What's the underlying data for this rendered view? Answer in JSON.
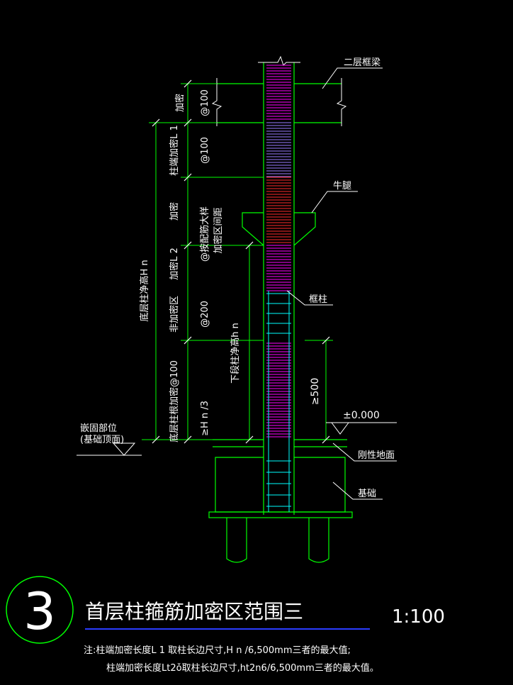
{
  "labels": {
    "second_floor_beam": "二层框梁",
    "corbel": "牛腿",
    "frame_column": "框柱",
    "embedment_location_line1": "嵌固部位",
    "embedment_location_line2": "(基础顶面)",
    "elevation": "±0.000",
    "rigid_ground": "刚性地面",
    "foundation": "基础"
  },
  "dims": {
    "densify_at100": "@100",
    "column_end_densify_l1": "柱端加密L 1",
    "at100_b": "@100",
    "densify_mid": "加密",
    "densify_l2": "加密L 2",
    "corbel_note_line1": "@按配筋大样",
    "corbel_note_line2": "加密区间距",
    "non_densify_zone": "非加密区",
    "at200": "@200",
    "bottom_clear_height": "底层柱净高H n",
    "root_densify": "底层柱根加密@100",
    "ge_hn3": "≥H n /3",
    "lower_clear_height": "下段柱净高h n",
    "ge500": "≥500",
    "densify_top": "加密"
  },
  "title": {
    "number": "3",
    "text": "首层柱箍筋加密区范围三",
    "scale": "1:100"
  },
  "notes": {
    "line1": "注:柱端加密长度L 1 取柱长边尺寸,H n /6,500mm三者的最大值;",
    "line2": "柱端加密长度Lt2ǒ取柱长边尺寸,ht2n6/6,500mm三者的最大值。"
  },
  "colors": {
    "green": "#00ff00",
    "white": "#ffffff",
    "magenta": "#ff00ff",
    "red": "#ff2a2a",
    "cyan": "#00ffff",
    "blue": "#2b3cff",
    "purple": "#9a7cff"
  }
}
